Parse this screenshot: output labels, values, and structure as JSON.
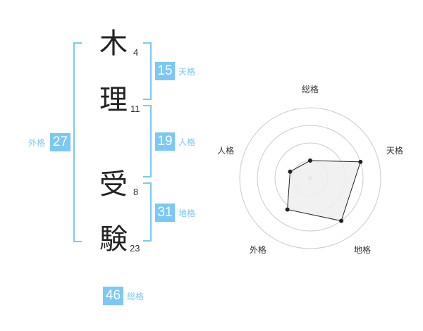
{
  "name": {
    "chars": [
      {
        "kanji": "木",
        "strokes": "4"
      },
      {
        "kanji": "理",
        "strokes": "11"
      },
      {
        "kanji": "受",
        "strokes": "8"
      },
      {
        "kanji": "験",
        "strokes": "23"
      }
    ]
  },
  "kakusu": {
    "tenkaku": {
      "value": "15",
      "label": "天格"
    },
    "jinkaku": {
      "value": "19",
      "label": "人格"
    },
    "chikaku": {
      "value": "31",
      "label": "地格"
    },
    "gaikaku": {
      "value": "27",
      "label": "外格"
    },
    "soukaku": {
      "value": "46",
      "label": "総格"
    }
  },
  "chart_data": {
    "type": "radar",
    "axes": [
      "総格",
      "天格",
      "地格",
      "外格",
      "人格"
    ],
    "values": [
      0.25,
      0.75,
      0.75,
      0.55,
      0.3
    ],
    "rings": 4,
    "colors": {
      "fill": "#eeeeee",
      "stroke": "#222222",
      "grid": "#cccccc",
      "center": "#bbbbbb"
    }
  }
}
